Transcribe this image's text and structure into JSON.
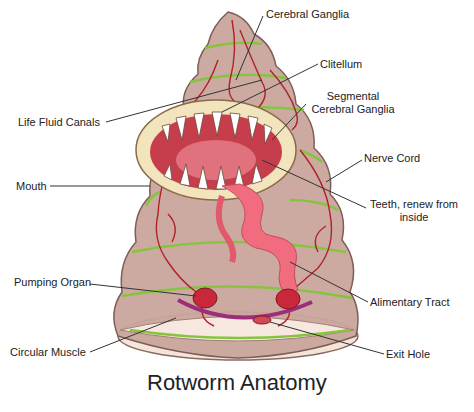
{
  "diagram": {
    "title": "Rotworm Anatomy",
    "labels": [
      "Cerebral Ganglia",
      "Clitellum",
      "Segmental Cerebral Ganglia",
      "Life Fluid Canals",
      "Nerve Cord",
      "Mouth",
      "Teeth, renew from inside",
      "Pumping Organ",
      "Alimentary Tract",
      "Circular Muscle",
      "Exit Hole"
    ]
  }
}
